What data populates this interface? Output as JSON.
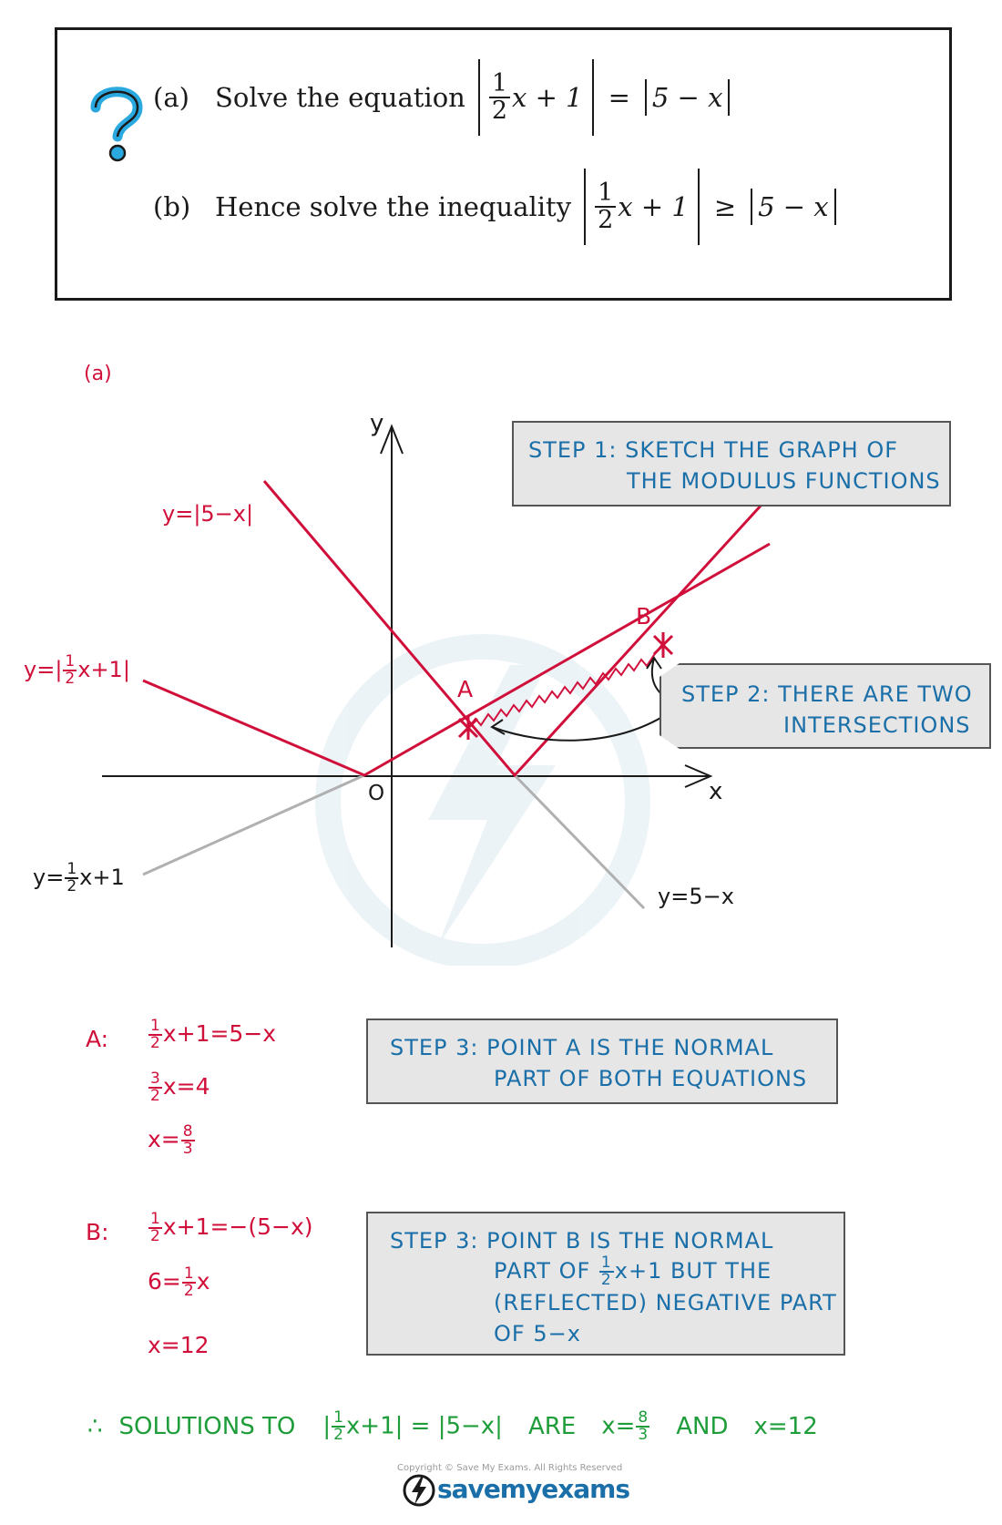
{
  "question": {
    "icon": "question-mark-icon",
    "part_a": {
      "label": "(a)",
      "text": "Solve the equation",
      "lhs_num": "1",
      "lhs_den": "2",
      "lhs_rest": "x + 1",
      "op": "=",
      "rhs": "5 − x"
    },
    "part_b": {
      "label": "(b)",
      "text": "Hence solve the inequality",
      "lhs_num": "1",
      "lhs_den": "2",
      "lhs_rest": "x + 1",
      "op": "≥",
      "rhs": "5 − x"
    }
  },
  "section_label": "(a)",
  "graph": {
    "y_axis": "y",
    "x_axis": "x",
    "origin": "O",
    "label_abs_5_minus_x": "y=|5−x|",
    "label_abs_half_prefix": "y=|",
    "label_abs_half_num": "1",
    "label_abs_half_den": "2",
    "label_abs_half_suffix": "x+1|",
    "label_half_prefix": "y=",
    "label_half_num": "1",
    "label_half_den": "2",
    "label_half_suffix": "x+1",
    "label_5_minus_x": "y=5−x",
    "point_a": "A",
    "point_b": "B"
  },
  "steps": {
    "step1": [
      "STEP 1:  SKETCH   THE   GRAPH  OF",
      "THE   MODULUS   FUNCTIONS"
    ],
    "step2": [
      "STEP 2:  THERE  ARE  TWO",
      "INTERSECTIONS"
    ],
    "step3a": [
      "STEP 3:  POINT  A  IS  THE  NORMAL",
      "PART  OF  BOTH  EQUATIONS"
    ],
    "step3b_line1": "STEP 3:  POINT  B  IS  THE  NORMAL",
    "step3b_line2_a": "PART  OF",
    "step3b_line2_num": "1",
    "step3b_line2_den": "2",
    "step3b_line2_b": "x+1  BUT  THE",
    "step3b_line3": "(REFLECTED)  NEGATIVE  PART",
    "step3b_line4": "OF  5−x"
  },
  "working_a": {
    "label": "A:",
    "l1_num": "1",
    "l1_den": "2",
    "l1_rest": "x+1=5−x",
    "l2_num": "3",
    "l2_den": "2",
    "l2_rest": "x=4",
    "l3_pre": "x=",
    "l3_num": "8",
    "l3_den": "3"
  },
  "working_b": {
    "label": "B:",
    "l1_num": "1",
    "l1_den": "2",
    "l1_rest": "x+1=−(5−x)",
    "l2_pre": "6=",
    "l2_num": "1",
    "l2_den": "2",
    "l2_rest": "x",
    "l3": "x=12"
  },
  "conclusion": {
    "therefore": "∴",
    "text1": "SOLUTIONS   TO",
    "eq_pre": "|",
    "eq_num": "1",
    "eq_den": "2",
    "eq_rest": "x+1| = |5−x|",
    "text2": "ARE",
    "ans1_pre": "x=",
    "ans1_num": "8",
    "ans1_den": "3",
    "text3": "AND",
    "ans2": "x=12"
  },
  "footer": {
    "copyright": "Copyright © Save My Exams. All Rights Reserved",
    "logo_text": "savemyexams"
  },
  "colors": {
    "red": "#d0103a",
    "green": "#1f9d3a",
    "blue": "#1a6fa8",
    "grey_line": "#b0b0b0",
    "box_fill": "#e6e6e6"
  }
}
